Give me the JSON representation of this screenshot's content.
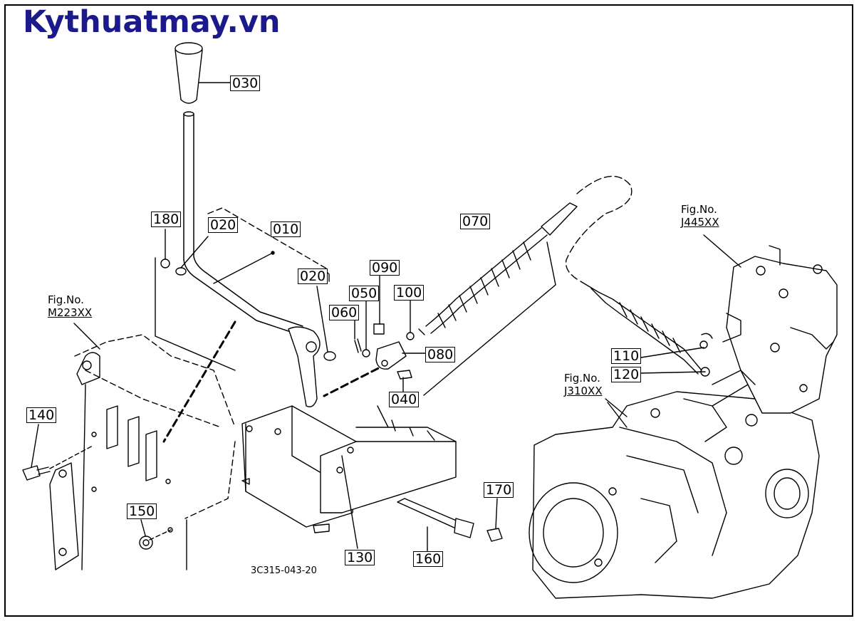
{
  "brand": {
    "text": "Kythuatmay.vn",
    "color": "#1a1a8c"
  },
  "drawing_code": "3C315-043-20",
  "parts": [
    {
      "id": "p010",
      "label": "010"
    },
    {
      "id": "p020a",
      "label": "020"
    },
    {
      "id": "p020b",
      "label": "020"
    },
    {
      "id": "p030",
      "label": "030"
    },
    {
      "id": "p040",
      "label": "040"
    },
    {
      "id": "p050",
      "label": "050"
    },
    {
      "id": "p060",
      "label": "060"
    },
    {
      "id": "p070",
      "label": "070"
    },
    {
      "id": "p080",
      "label": "080"
    },
    {
      "id": "p090",
      "label": "090"
    },
    {
      "id": "p100",
      "label": "100"
    },
    {
      "id": "p110",
      "label": "110"
    },
    {
      "id": "p120",
      "label": "120"
    },
    {
      "id": "p130",
      "label": "130"
    },
    {
      "id": "p140",
      "label": "140"
    },
    {
      "id": "p150",
      "label": "150"
    },
    {
      "id": "p160",
      "label": "160"
    },
    {
      "id": "p170",
      "label": "170"
    },
    {
      "id": "p180",
      "label": "180"
    }
  ],
  "figure_refs": [
    {
      "title": "Fig.No.",
      "code": "M223XX"
    },
    {
      "title": "Fig.No.",
      "code": "J445XX"
    },
    {
      "title": "Fig.No.",
      "code": "J310XX"
    }
  ]
}
